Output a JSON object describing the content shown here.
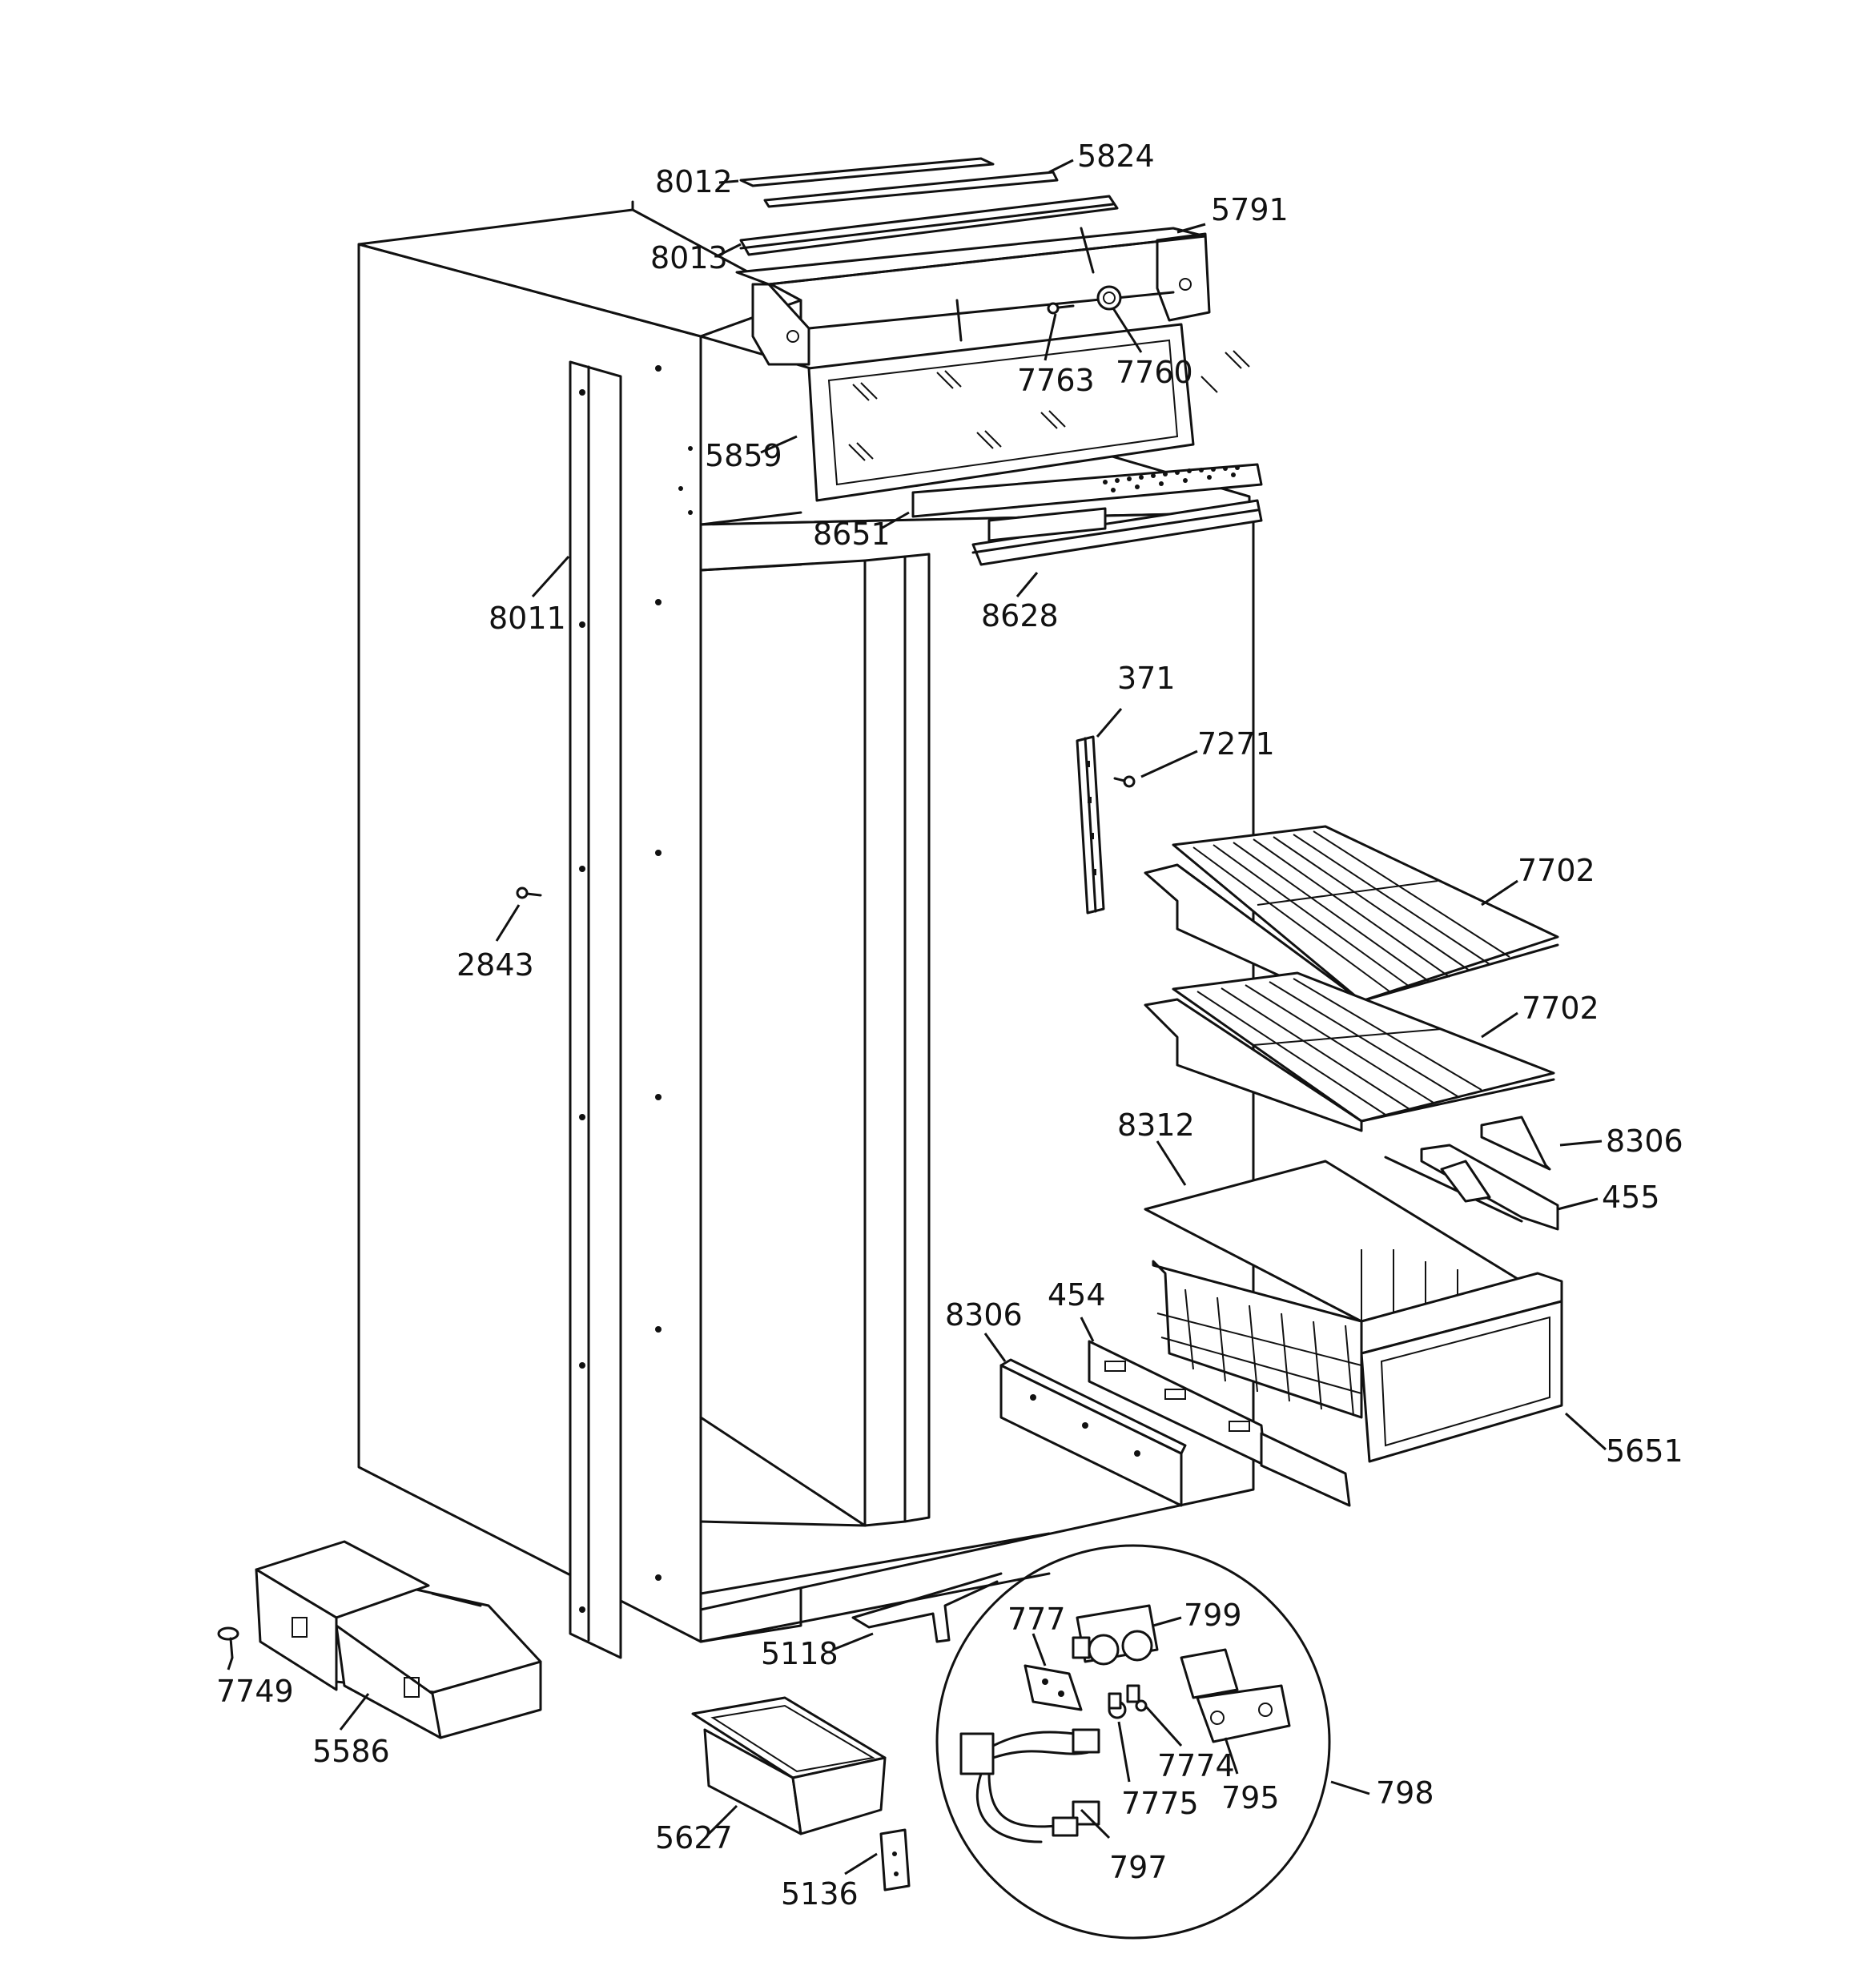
{
  "callouts": [
    {
      "id": "c-8012",
      "text": "8012"
    },
    {
      "id": "c-5824",
      "text": "5824"
    },
    {
      "id": "c-5791",
      "text": "5791"
    },
    {
      "id": "c-8013",
      "text": "8013"
    },
    {
      "id": "c-7763",
      "text": "7763"
    },
    {
      "id": "c-7760",
      "text": "7760"
    },
    {
      "id": "c-5859",
      "text": "5859"
    },
    {
      "id": "c-8651",
      "text": "8651"
    },
    {
      "id": "c-8628",
      "text": "8628"
    },
    {
      "id": "c-8011",
      "text": "8011"
    },
    {
      "id": "c-371",
      "text": "371"
    },
    {
      "id": "c-7271",
      "text": "7271"
    },
    {
      "id": "c-7702a",
      "text": "7702"
    },
    {
      "id": "c-2843",
      "text": "2843"
    },
    {
      "id": "c-7702b",
      "text": "7702"
    },
    {
      "id": "c-8312",
      "text": "8312"
    },
    {
      "id": "c-8306a",
      "text": "8306"
    },
    {
      "id": "c-455",
      "text": "455"
    },
    {
      "id": "c-454",
      "text": "454"
    },
    {
      "id": "c-8306b",
      "text": "8306"
    },
    {
      "id": "c-5651",
      "text": "5651"
    },
    {
      "id": "c-799",
      "text": "799"
    },
    {
      "id": "c-777",
      "text": "777"
    },
    {
      "id": "c-5118",
      "text": "5118"
    },
    {
      "id": "c-7749",
      "text": "7749"
    },
    {
      "id": "c-5586",
      "text": "5586"
    },
    {
      "id": "c-7774",
      "text": "7774"
    },
    {
      "id": "c-795",
      "text": "795"
    },
    {
      "id": "c-798",
      "text": "798"
    },
    {
      "id": "c-7775",
      "text": "7775"
    },
    {
      "id": "c-5627",
      "text": "5627"
    },
    {
      "id": "c-797",
      "text": "797"
    },
    {
      "id": "c-5136",
      "text": "5136"
    }
  ]
}
